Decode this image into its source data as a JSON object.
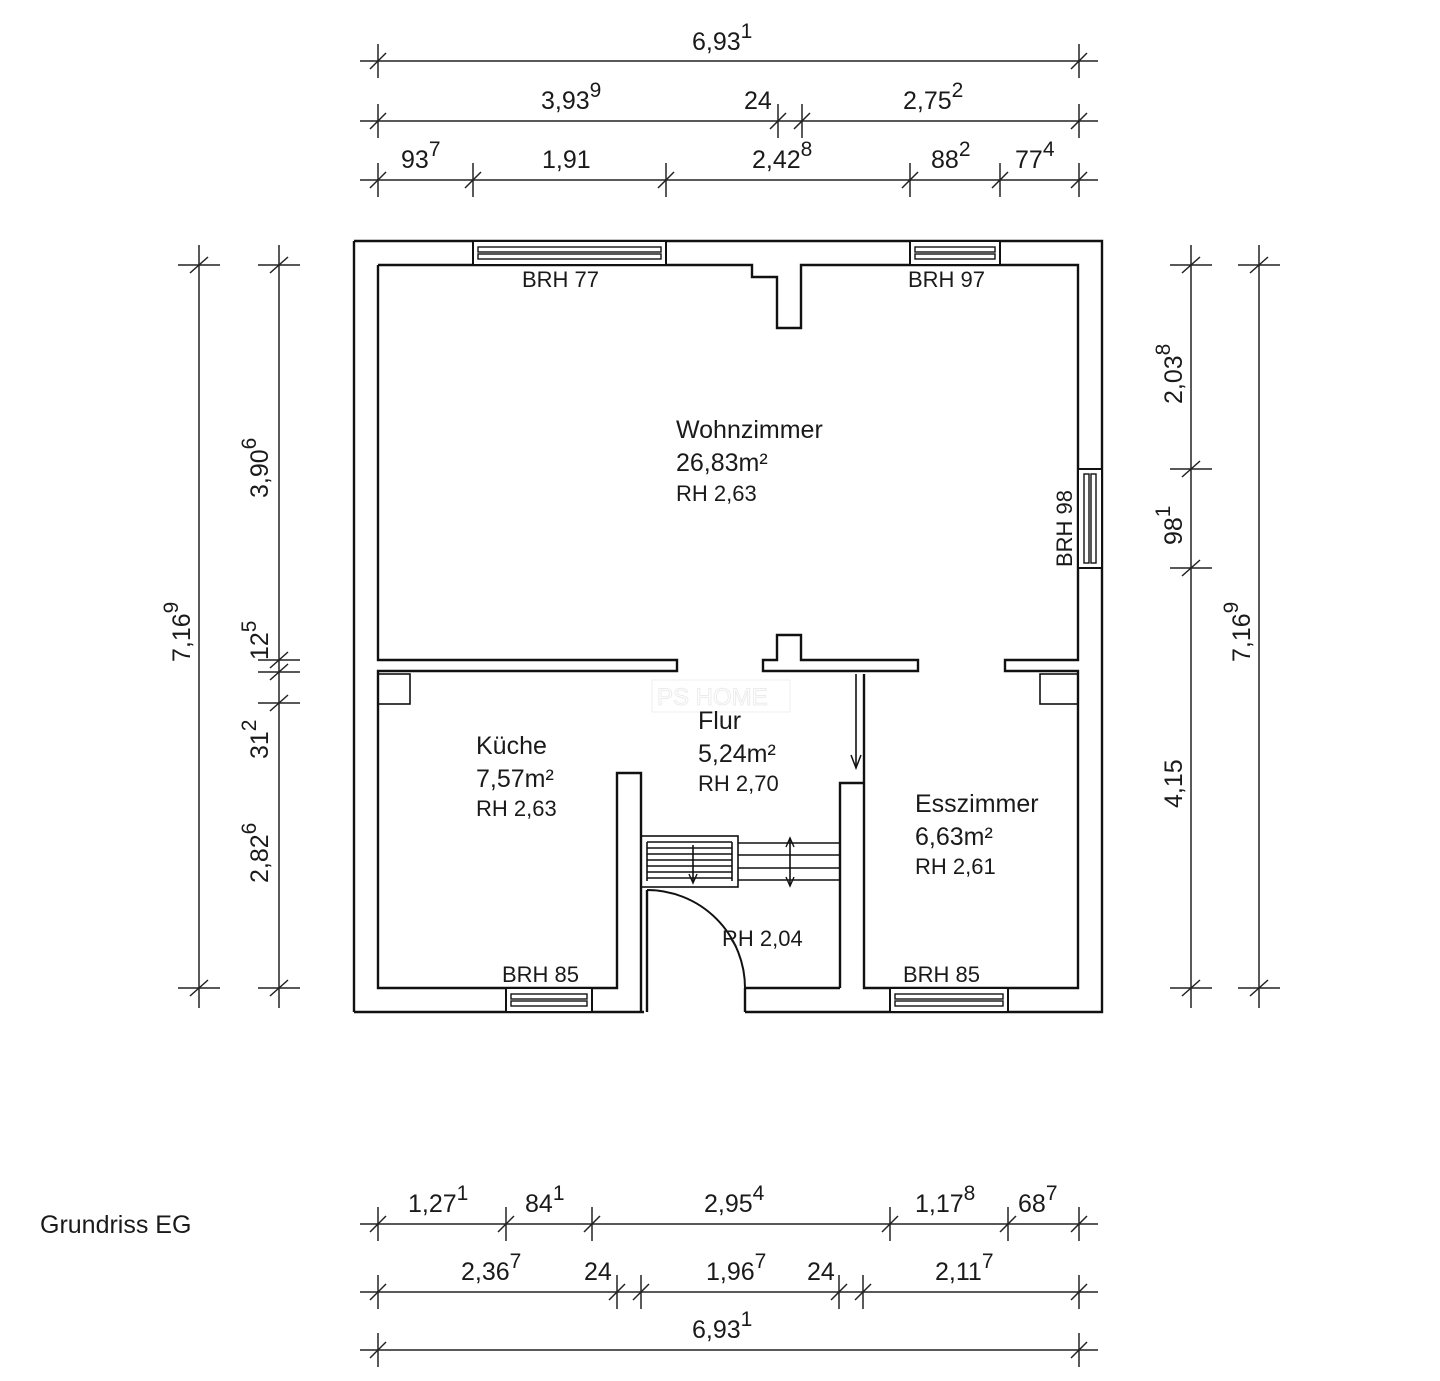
{
  "caption": "Grundriss EG",
  "watermark": "PS HOME",
  "rooms": {
    "wohnzimmer": {
      "name": "Wohnzimmer",
      "area": "26,83m²",
      "height": "RH 2,63"
    },
    "kueche": {
      "name": "Küche",
      "area": "7,57m²",
      "height": "RH 2,63"
    },
    "flur": {
      "name": "Flur",
      "area": "5,24m²",
      "height": "RH 2,70"
    },
    "esszimmer": {
      "name": "Esszimmer",
      "area": "6,63m²",
      "height": "RH 2,61"
    },
    "stair_height": "RH 2,04"
  },
  "windows": {
    "top_left": "BRH 77",
    "top_right": "BRH 97",
    "right": "BRH 98",
    "bottom_left": "BRH 85",
    "bottom_right": "BRH 85"
  },
  "dimensions": {
    "top_total": {
      "main": "6,93",
      "sup": "1"
    },
    "top_row2": [
      {
        "main": "3,93",
        "sup": "9"
      },
      {
        "main": "24",
        "sup": ""
      },
      {
        "main": "2,75",
        "sup": "2"
      }
    ],
    "top_row3": [
      {
        "main": "93",
        "sup": "7"
      },
      {
        "main": "1,91",
        "sup": ""
      },
      {
        "main": "2,42",
        "sup": "8"
      },
      {
        "main": "88",
        "sup": "2"
      },
      {
        "main": "77",
        "sup": "4"
      }
    ],
    "left_total": {
      "main": "7,16",
      "sup": "9"
    },
    "left_inner": [
      {
        "main": "3,90",
        "sup": "6"
      },
      {
        "main": "12",
        "sup": "5"
      },
      {
        "main": "31",
        "sup": "2"
      },
      {
        "main": "2,82",
        "sup": "6"
      }
    ],
    "right_inner": [
      {
        "main": "2,03",
        "sup": "8"
      },
      {
        "main": "98",
        "sup": "1"
      },
      {
        "main": "4,15",
        "sup": ""
      }
    ],
    "right_total": {
      "main": "7,16",
      "sup": "9"
    },
    "bottom_row1": [
      {
        "main": "1,27",
        "sup": "1"
      },
      {
        "main": "84",
        "sup": "1"
      },
      {
        "main": "2,95",
        "sup": "4"
      },
      {
        "main": "1,17",
        "sup": "8"
      },
      {
        "main": "68",
        "sup": "7"
      }
    ],
    "bottom_row2": [
      {
        "main": "2,36",
        "sup": "7"
      },
      {
        "main": "24",
        "sup": ""
      },
      {
        "main": "1,96",
        "sup": "7"
      },
      {
        "main": "24",
        "sup": ""
      },
      {
        "main": "2,11",
        "sup": "7"
      }
    ],
    "bottom_total": {
      "main": "6,93",
      "sup": "1"
    }
  }
}
